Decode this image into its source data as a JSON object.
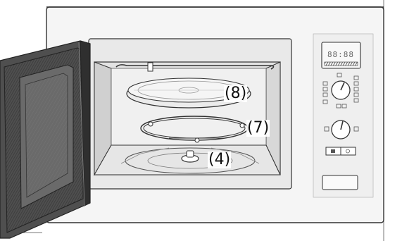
{
  "callouts": {
    "turntable": "(8)",
    "roller_ring": "(7)",
    "drive_shaft": "(4)"
  },
  "display": {
    "readout": "88:88"
  },
  "colors": {
    "outline": "#333333",
    "panel": "#f2f2f2",
    "door": "#5a5a5a",
    "door_dark": "#3c3c3c",
    "cavity_shadow": "#d9d9d9"
  },
  "icons": [
    "dial-icon",
    "power-knob-icon",
    "program-knob-icon",
    "button-icon"
  ]
}
